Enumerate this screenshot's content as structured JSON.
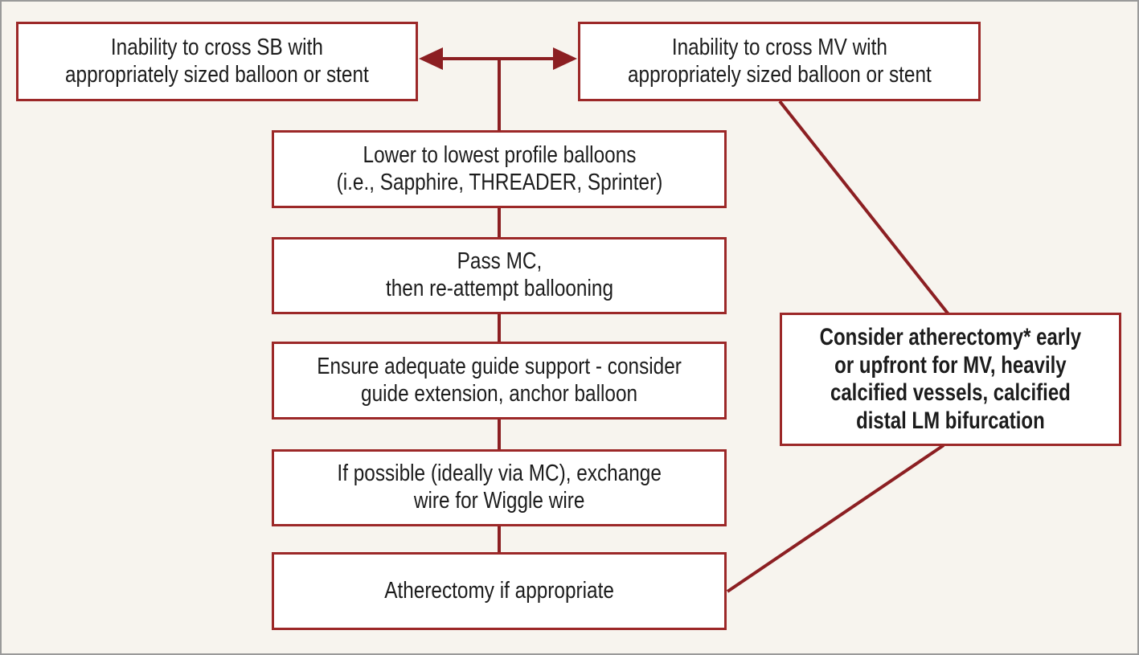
{
  "palette": {
    "background": "#f7f4ee",
    "box_border": "#9c2828",
    "line": "#8c1f22",
    "box_fill": "#ffffff",
    "text": "#1c1c1c",
    "frame_border": "#9a9a9a"
  },
  "nodes": {
    "sb": {
      "text": "Inability to cross SB with\nappropriately sized balloon or stent"
    },
    "mv": {
      "text": "Inability to cross MV with\nappropriately sized balloon or stent"
    },
    "lower": {
      "text": "Lower to lowest profile balloons\n(i.e., Sapphire, THREADER, Sprinter)"
    },
    "pass_mc": {
      "text": "Pass MC,\nthen re-attempt ballooning"
    },
    "ensure": {
      "text": "Ensure adequate guide support - consider\nguide extension, anchor balloon"
    },
    "wiggle": {
      "text": "If possible (ideally via MC), exchange\nwire for Wiggle wire"
    },
    "atherectomy": {
      "text": "Atherectomy if appropriate"
    },
    "consider": {
      "text": "Consider atherectomy* early\nor upfront for MV, heavily\ncalcified vessels, calcified\ndistal LM bifurcation"
    }
  }
}
